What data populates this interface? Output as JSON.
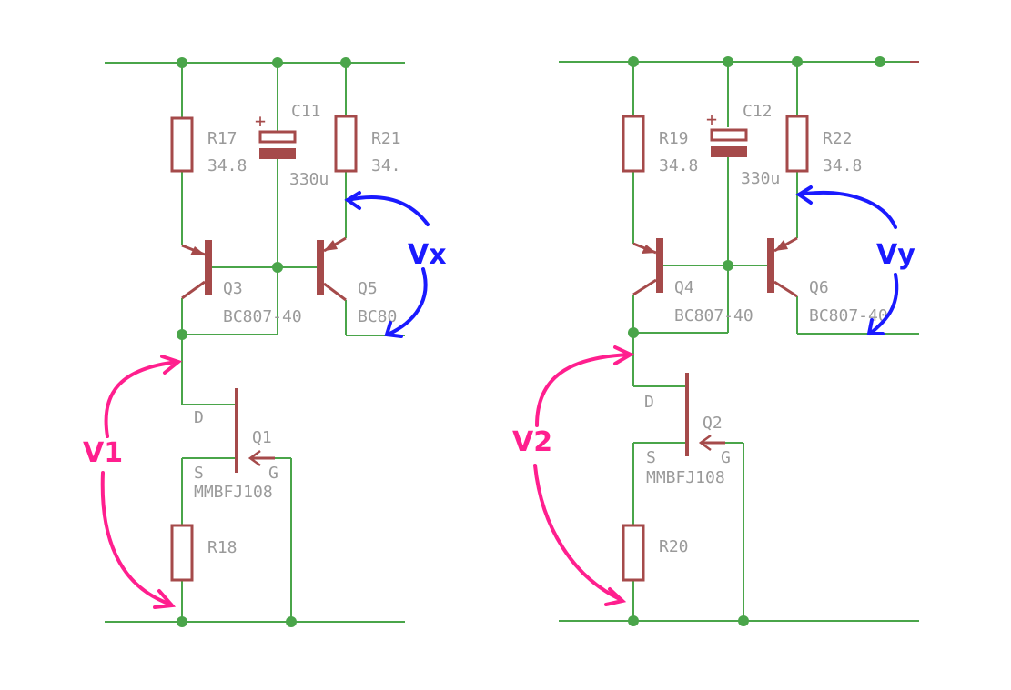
{
  "colors": {
    "wire": "#4aa54a",
    "component": "#a54a4a",
    "label": "#9a9a9a",
    "annotation_v": "#ff1f8e",
    "annotation_vxy": "#1a1aff"
  },
  "left": {
    "r_top_left": {
      "name": "R17",
      "value": "34.8"
    },
    "cap": {
      "name": "C11",
      "value": "330u",
      "polarity": "+"
    },
    "r_top_right": {
      "name": "R21",
      "value": "34."
    },
    "q_left": {
      "name": "Q3",
      "value": "BC807-40"
    },
    "q_right": {
      "name": "Q5",
      "value": "BC80"
    },
    "jfet": {
      "name": "Q1",
      "value": "MMBFJ108",
      "pin_d": "D",
      "pin_s": "S",
      "pin_g": "G"
    },
    "r_bottom": {
      "name": "R18"
    },
    "ann_v": "V1",
    "ann_vxy": "Vx"
  },
  "right": {
    "r_top_left": {
      "name": "R19",
      "value": "34.8"
    },
    "cap": {
      "name": "C12",
      "value": "330u",
      "polarity": "+"
    },
    "r_top_right": {
      "name": "R22",
      "value": "34.8"
    },
    "q_left": {
      "name": "Q4",
      "value": "BC807-40"
    },
    "q_right": {
      "name": "Q6",
      "value": "BC807-40"
    },
    "jfet": {
      "name": "Q2",
      "value": "MMBFJ108",
      "pin_d": "D",
      "pin_s": "S",
      "pin_g": "G"
    },
    "r_bottom": {
      "name": "R20"
    },
    "ann_v": "V2",
    "ann_vxy": "Vy"
  }
}
